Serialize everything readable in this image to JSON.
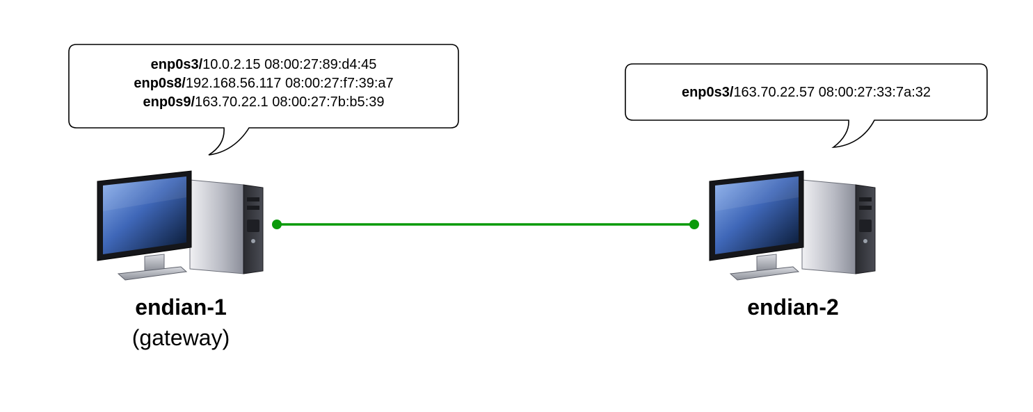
{
  "nodes": [
    {
      "name": "endian-1",
      "subtitle": "(gateway)",
      "interfaces": [
        {
          "iface": "enp0s3/",
          "detail": "10.0.2.15 08:00:27:89:d4:45"
        },
        {
          "iface": "enp0s8/",
          "detail": "192.168.56.117 08:00:27:f7:39:a7"
        },
        {
          "iface": "enp0s9/",
          "detail": "163.70.22.1 08:00:27:7b:b5:39"
        }
      ]
    },
    {
      "name": "endian-2",
      "interfaces": [
        {
          "iface": "enp0s3/",
          "detail": "163.70.22.57 08:00:27:33:7a:32"
        }
      ]
    }
  ],
  "link": {
    "color": "#0a9a0a"
  },
  "icons": {
    "computer": "desktop-computer-icon"
  }
}
